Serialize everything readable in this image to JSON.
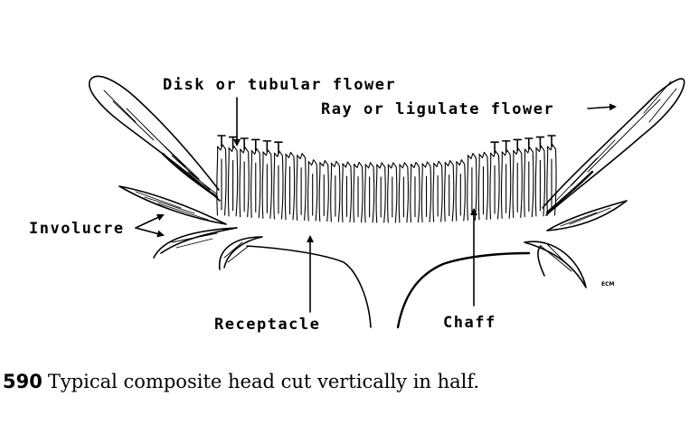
{
  "figure": {
    "number": "590",
    "caption": "Typical composite head cut vertically in half.",
    "labels": {
      "disk_flower": "Disk or tubular flower",
      "ray_flower": "Ray or ligulate flower",
      "involucre": "Involucre",
      "receptacle": "Receptacle",
      "chaff": "Chaff"
    },
    "signature": "ECM"
  },
  "colors": {
    "ink": "#000000",
    "background": "#ffffff"
  }
}
